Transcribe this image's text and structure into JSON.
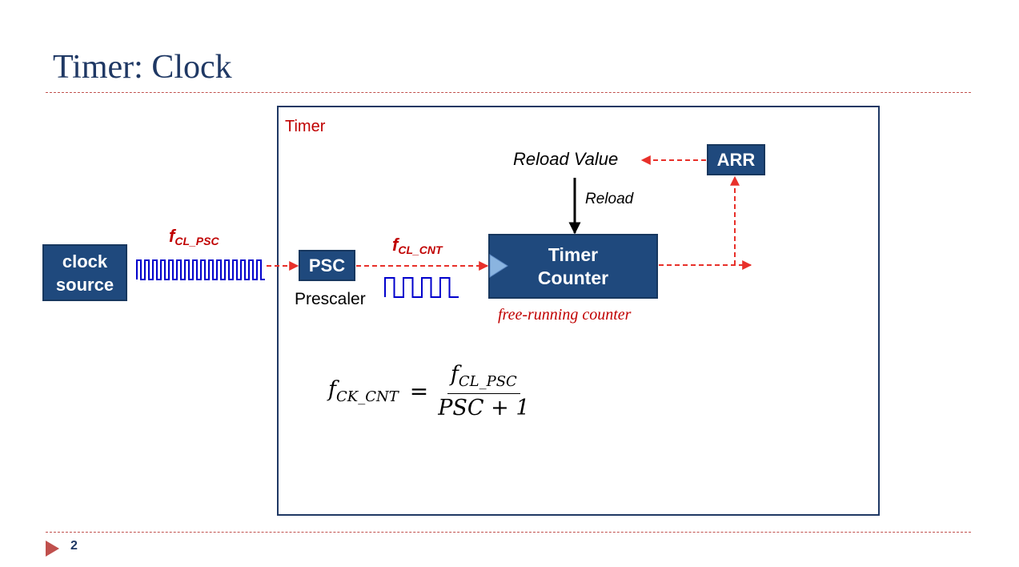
{
  "slide": {
    "title": "Timer: Clock",
    "page_number": "2"
  },
  "diagram": {
    "frame_label": "Timer",
    "blocks": {
      "clock_source": [
        "clock",
        "source"
      ],
      "psc": "PSC",
      "timer_counter": [
        "Timer",
        "Counter"
      ],
      "arr": "ARR"
    },
    "labels": {
      "prescaler": "Prescaler",
      "reload_value": "Reload Value",
      "reload": "Reload",
      "free_running": "free-running counter",
      "f_psc": {
        "main": "f",
        "sub": "CL_PSC"
      },
      "f_cnt": {
        "main": "f",
        "sub": "CL_CNT"
      }
    },
    "formula": {
      "lhs_main": "f",
      "lhs_sub": "CK_CNT",
      "equals": "=",
      "num_main": "f",
      "num_sub": "CL_PSC",
      "denominator": "PSC + 1"
    },
    "colors": {
      "title": "#1f3864",
      "block": "#1f497d",
      "accent_red": "#c00000",
      "dashed_rule": "#c0504d",
      "clock_wave": "#0000cc"
    }
  }
}
